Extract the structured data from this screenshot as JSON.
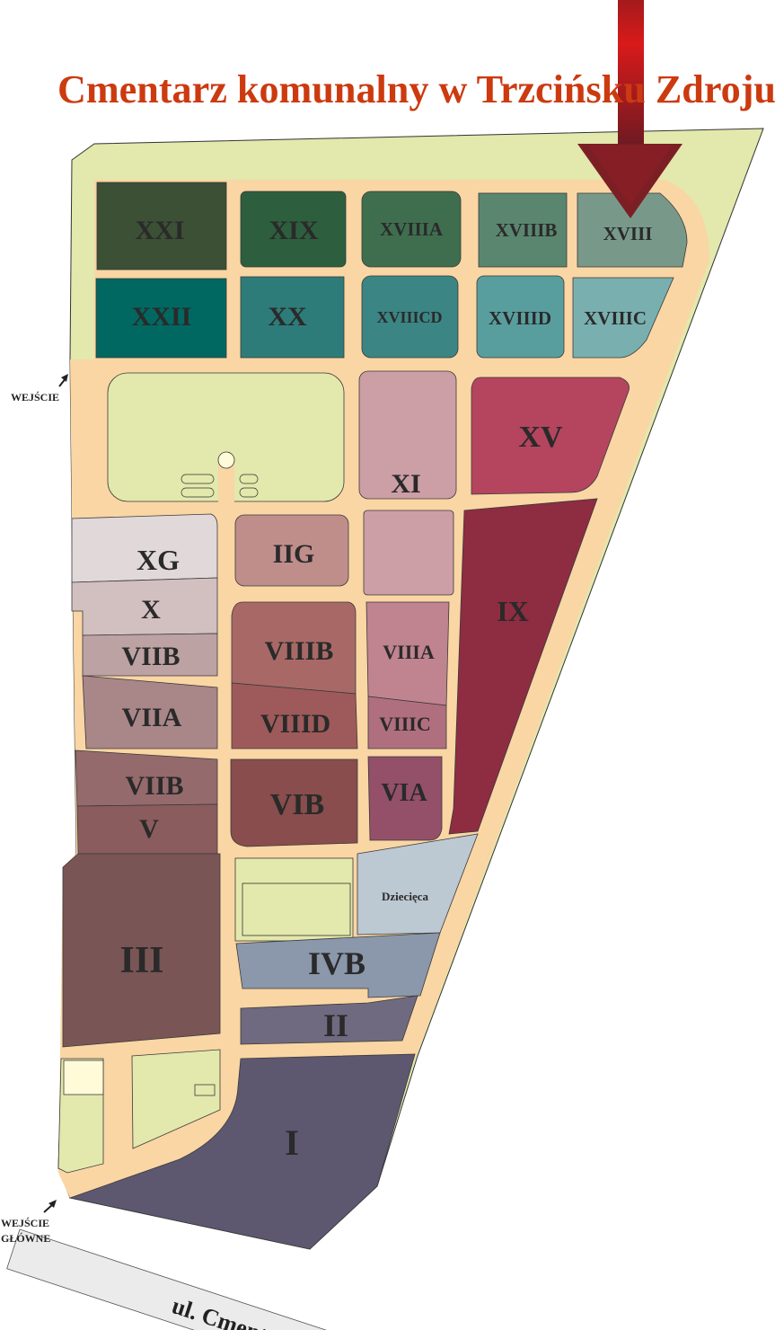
{
  "title": "Cmentarz komunalny w Trzcińsku Zdroju",
  "entrances": {
    "side": "WEJŚCIE",
    "main_line1": "WEJŚCIE",
    "main_line2": "GŁÓWNE"
  },
  "street": "ul. Cmentarna",
  "colors": {
    "road": "#f9d6a4",
    "green": "#e3e8ac",
    "arrow": "#c0191e",
    "title": "#cc3a10"
  },
  "sections": {
    "XXI": "XXI",
    "XIX": "XIX",
    "XVIIIA": "XVIIIA",
    "XVIIIB": "XVIIIB",
    "XVIII": "XVIII",
    "XXII": "XXII",
    "XX": "XX",
    "XVIIICD": "XVIIICD",
    "XVIIID": "XVIIID",
    "XVIIIC": "XVIIIC",
    "XI": "XI",
    "XV": "XV",
    "XG": "XG",
    "X": "X",
    "VIIB_upper": "VIIB",
    "VIIA": "VIIA",
    "VIIB_lower": "VIIB",
    "V": "V",
    "III": "III",
    "IIG": "IIG",
    "VIIIB": "VIIIB",
    "VIIID": "VIIID",
    "VIIIA": "VIIIA",
    "VIIIC": "VIIIC",
    "VIB": "VIB",
    "VIA": "VIA",
    "IX": "IX",
    "Dziecieca": "Dziecięca",
    "IVB": "IVB",
    "II": "II",
    "I": "I"
  }
}
